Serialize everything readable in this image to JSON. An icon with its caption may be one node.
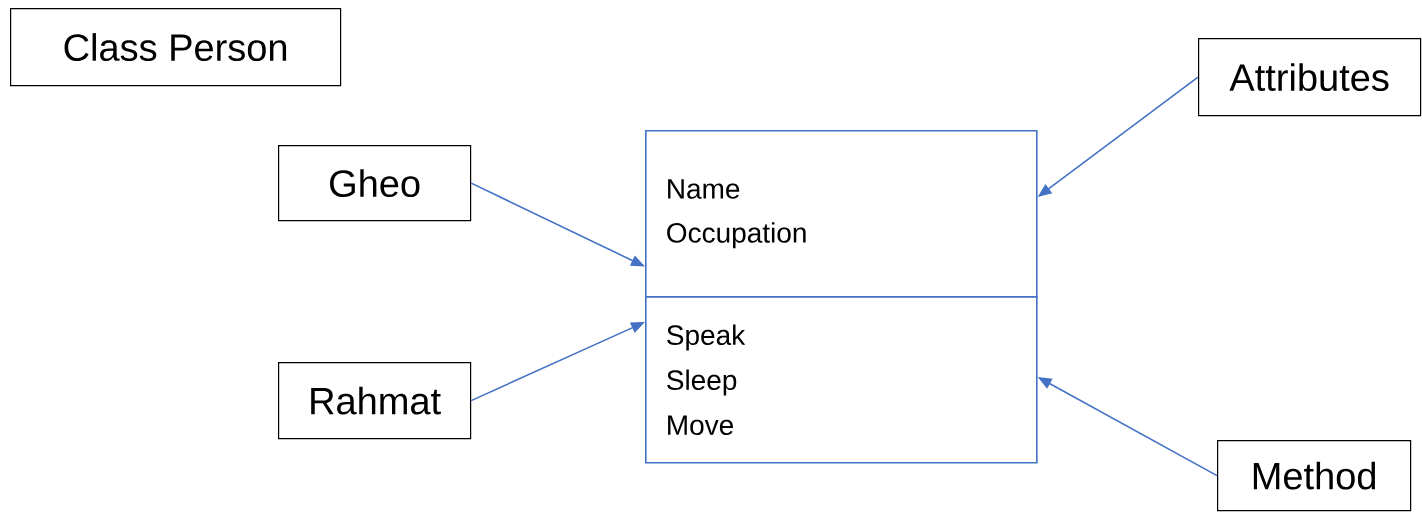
{
  "diagram": {
    "nodes": [
      {
        "text": [
          "Class Person"
        ]
      },
      {
        "text": [
          "Gheo"
        ]
      },
      {
        "text": [
          "Name",
          "Occupation"
        ]
      },
      {
        "text": [
          "Speak",
          "Sleep",
          "Move"
        ]
      },
      {
        "text": [
          "Rahmat"
        ]
      },
      {
        "text": [
          "Attributes"
        ]
      },
      {
        "text": [
          "Method"
        ]
      }
    ],
    "edges": [
      {
        "from": 1,
        "to": 2,
        "arrow": "to"
      },
      {
        "from": 4,
        "to": 3,
        "arrow": "to"
      },
      {
        "from": 5,
        "to": 2,
        "arrow": "to"
      },
      {
        "from": 6,
        "to": 3,
        "arrow": "to"
      }
    ]
  }
}
